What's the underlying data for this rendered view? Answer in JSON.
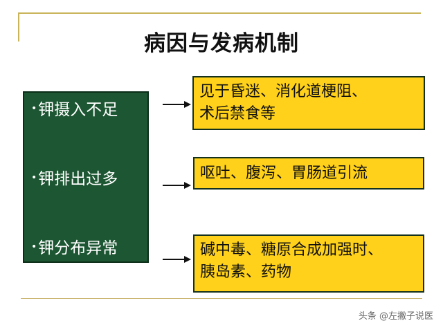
{
  "slide": {
    "title": "病因与发病机制",
    "causes": [
      "钾摄入不足",
      "钾排出过多",
      "钾分布异常"
    ],
    "results": [
      {
        "lines": [
          "见于昏迷、消化道梗阻、",
          "术后禁食等"
        ]
      },
      {
        "lines": [
          "呕吐、腹泻、胃肠道引流"
        ]
      },
      {
        "lines": [
          "碱中毒、糖原合成加强时、",
          "胰岛素、药物"
        ]
      }
    ],
    "bullet_symbol": "•"
  },
  "watermark": {
    "text": "头条 @左撇子说医"
  },
  "colors": {
    "green_panel": "#1d5632",
    "yellow_box": "#ffd11a",
    "frame_line": "#c9b45a"
  }
}
